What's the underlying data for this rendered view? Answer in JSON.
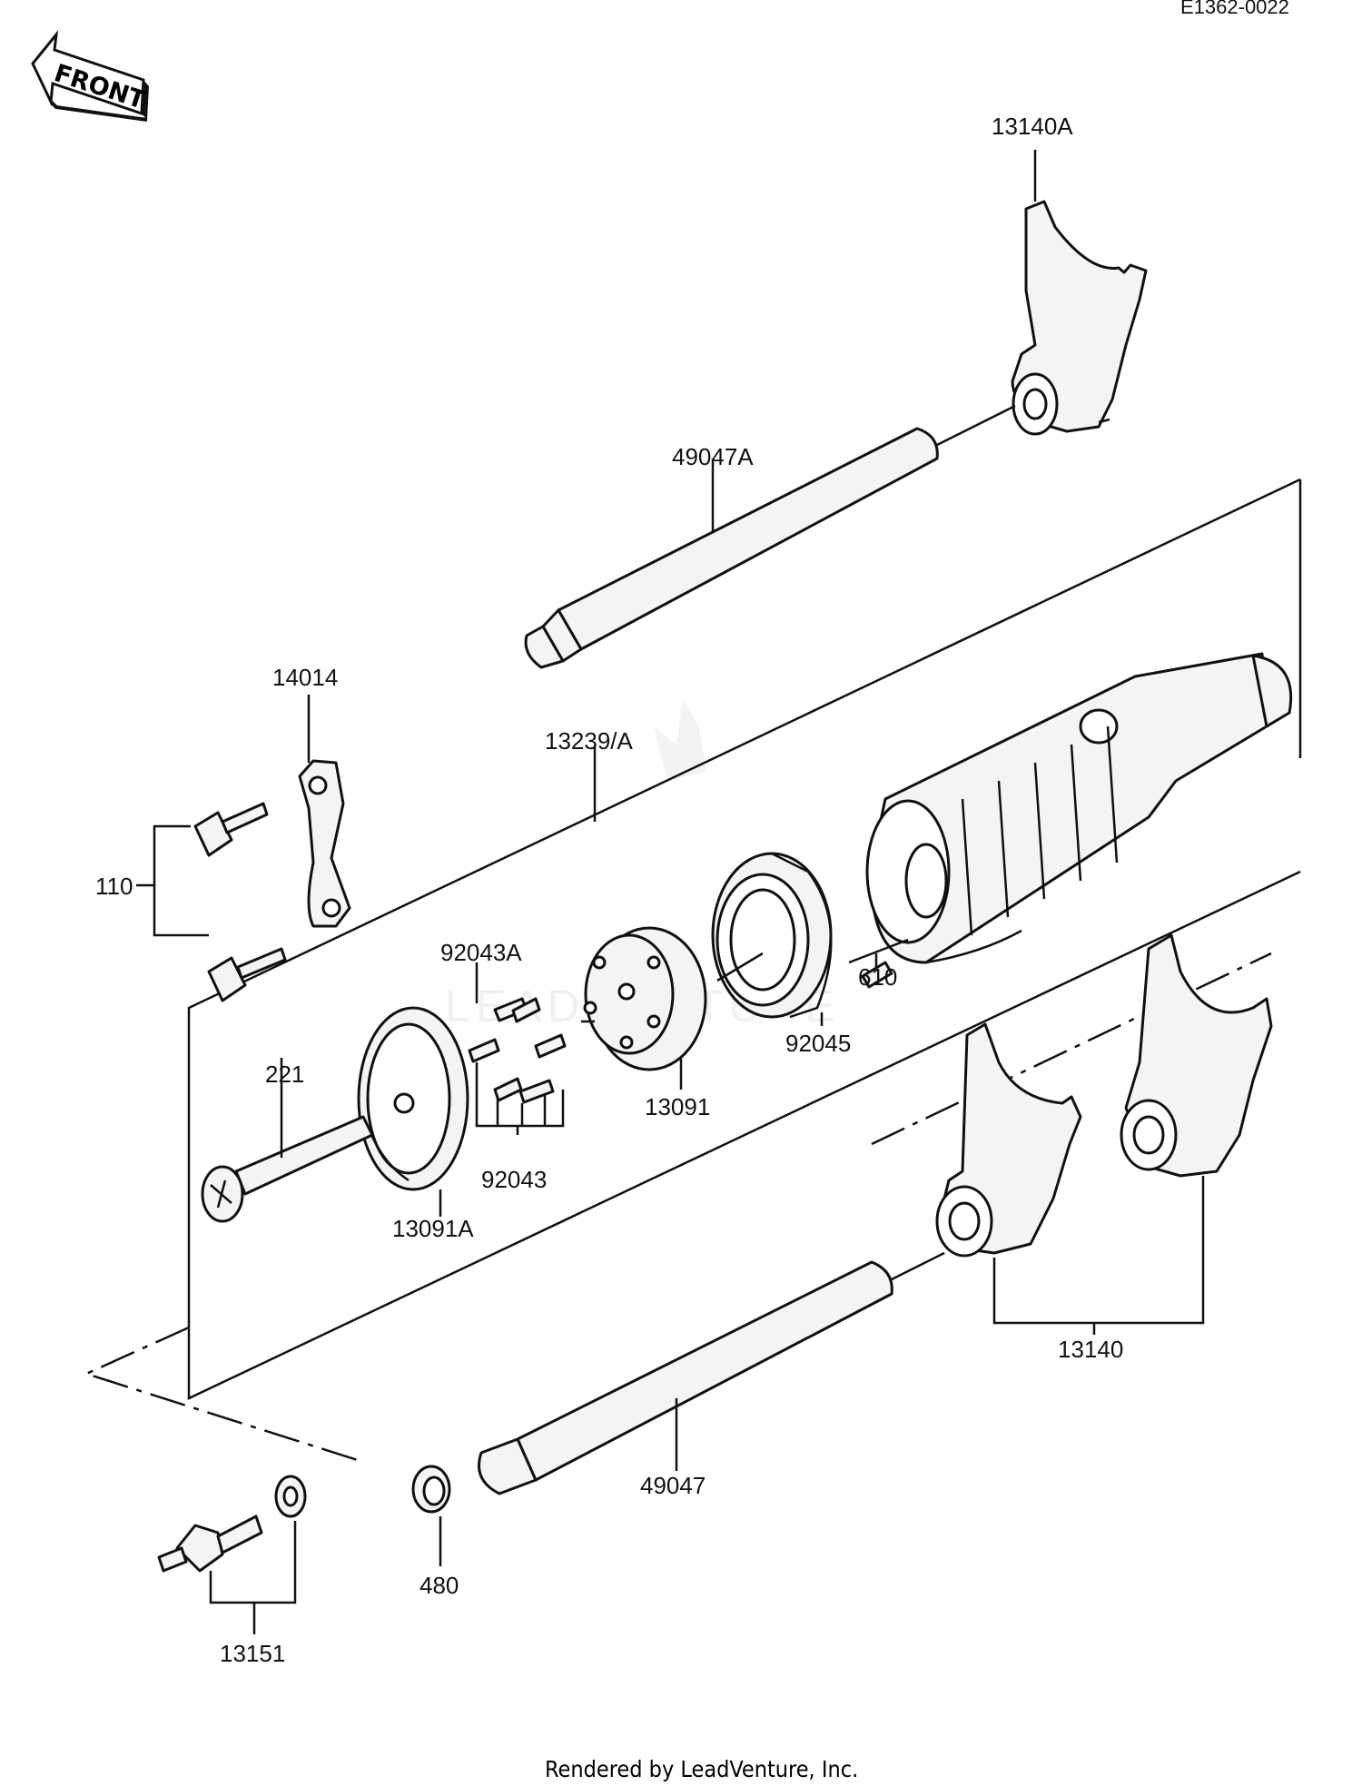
{
  "diagram_code": "E1362-0022",
  "front_label": "FRONT",
  "footer": "Rendered by LeadVenture, Inc.",
  "watermark": "LEADVENTURE",
  "parts": {
    "p13140A": "13140A",
    "p49047A": "49047A",
    "p14014": "14014",
    "p13239A": "13239/A",
    "p110": "110",
    "p92043A": "92043A",
    "p610": "610",
    "p92045": "92045",
    "p221": "221",
    "p13091": "13091",
    "p92043": "92043",
    "p13091A": "13091A",
    "p13140": "13140",
    "p49047": "49047",
    "p13151": "13151",
    "p480": "480"
  }
}
